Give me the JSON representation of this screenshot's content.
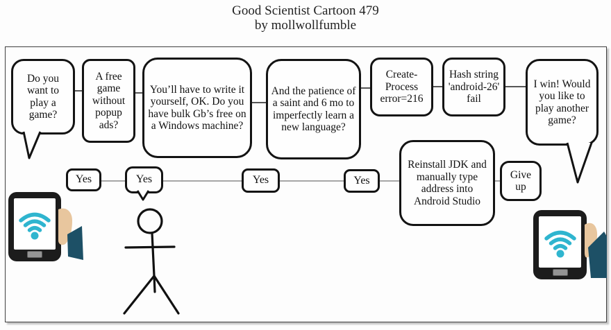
{
  "title": {
    "line1": "Good Scientist Cartoon 479",
    "line2": "by mollwollfumble"
  },
  "flow": {
    "top_row": [
      {
        "text": "Do you want to play a game?"
      },
      {
        "text": "A free game without popup ads?"
      },
      {
        "text": "You’ll have to write it yourself, OK. Do you have bulk Gb’s free on a Windows machine?"
      },
      {
        "text": "And the patience of a saint and 6 mo to imperfectly learn a new language?"
      },
      {
        "text": "Create-Process error=216"
      },
      {
        "text": "Hash string 'android-26' fail"
      },
      {
        "text": "I win! Would you like to play another game?"
      }
    ],
    "bottom_row": [
      {
        "text": "Yes"
      },
      {
        "text": "Yes"
      },
      {
        "text": "Yes"
      },
      {
        "text": "Yes"
      },
      {
        "text": "Reinstall JDK and manually type address into Android Studio"
      },
      {
        "text": "Give up"
      }
    ]
  },
  "icons": {
    "wifi": "wifi-icon",
    "tablet": "tablet-icon",
    "hand": "hand-icon",
    "sleeve": "sleeve-shape",
    "stick_figure": "stick-figure-icon",
    "home_button": "home-button"
  },
  "colors": {
    "wifi_cyan": "#2fb5cf",
    "hand_tan": "#e8c69e",
    "sleeve_teal": "#1d5066",
    "phone_black": "#1c1c1c",
    "ink_black": "#131313",
    "connector_gray": "#6e6e6e",
    "frame_gray": "#3f3f3f"
  }
}
